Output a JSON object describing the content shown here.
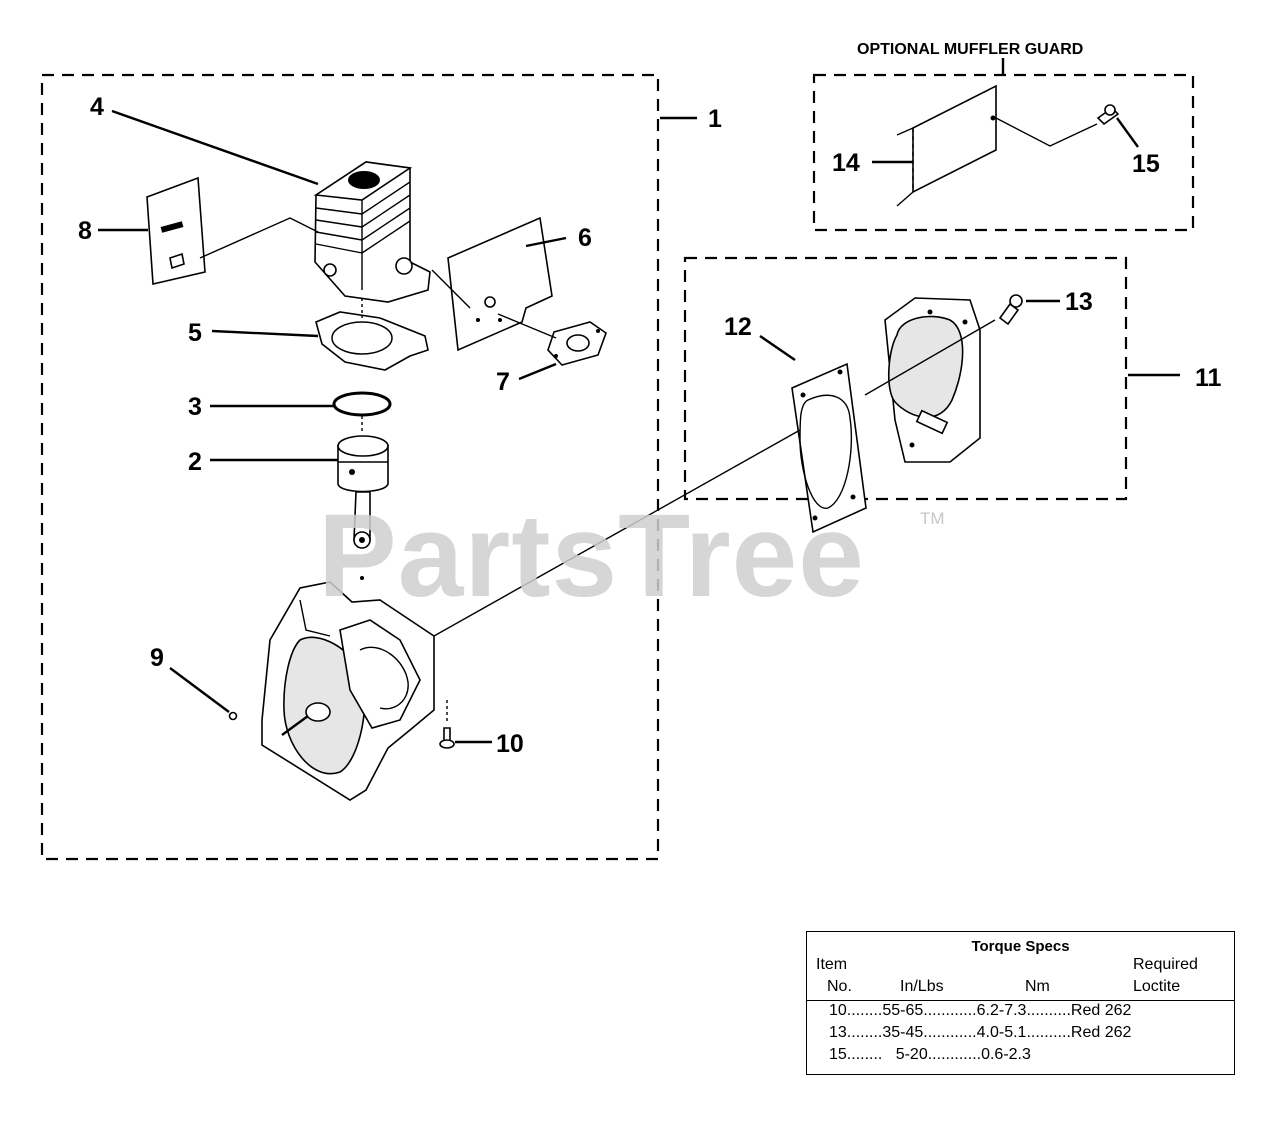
{
  "guard_title": "OPTIONAL MUFFLER GUARD",
  "callouts": {
    "c1": "1",
    "c2": "2",
    "c3": "3",
    "c4": "4",
    "c5": "5",
    "c6": "6",
    "c7": "7",
    "c8": "8",
    "c9": "9",
    "c10": "10",
    "c11": "11",
    "c12": "12",
    "c13": "13",
    "c14": "14",
    "c15": "15"
  },
  "watermark": {
    "text": "PartsTree",
    "mark": "TM"
  },
  "torque": {
    "title": "Torque Specs",
    "col_item_1": "Item",
    "col_item_2": "No.",
    "col_inlbs": "In/Lbs",
    "col_nm": "Nm",
    "col_req_1": "Required",
    "col_req_2": "Loctite",
    "rows": [
      {
        "item": "10",
        "inlbs": "55-65",
        "nm": "6.2-7.3",
        "loctite": "Red 262"
      },
      {
        "item": "13",
        "inlbs": "35-45",
        "nm": "4.0-5.1",
        "loctite": "Red 262"
      },
      {
        "item": "15",
        "inlbs": "5-20",
        "nm": "0.6-2.3",
        "loctite": ""
      }
    ]
  }
}
